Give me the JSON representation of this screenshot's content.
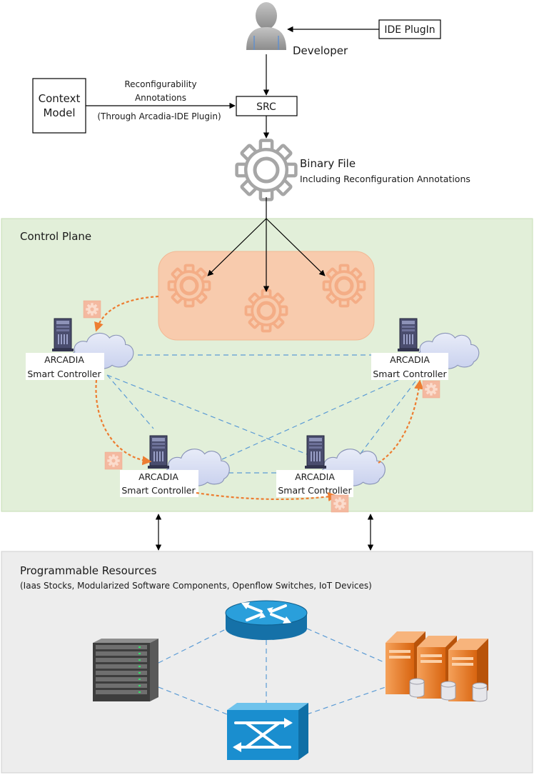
{
  "top": {
    "ide_plugin": "IDE PlugIn",
    "developer": "Developer",
    "context_model_line1": "Context",
    "context_model_line2": "Model",
    "annotations_line1": "Reconfigurability",
    "annotations_line2": "Annotations",
    "annotations_line3": "(Through Arcadia-IDE Plugin)",
    "src": "SRC",
    "binary_title": "Binary File",
    "binary_subtitle": "Including Reconfiguration Annotations"
  },
  "control_plane": {
    "title": "Control Plane",
    "controllers": [
      {
        "line1": "ARCADIA",
        "line2": "Smart Controller"
      },
      {
        "line1": "ARCADIA",
        "line2": "Smart Controller"
      },
      {
        "line1": "ARCADIA",
        "line2": "Smart Controller"
      },
      {
        "line1": "ARCADIA",
        "line2": "Smart Controller"
      }
    ]
  },
  "resources": {
    "title": "Programmable Resources",
    "subtitle": "(Iaas Stocks, Modularized Software Components, Openflow Switches, IoT Devices)"
  },
  "colors": {
    "control_plane_fill": "#e2efd9",
    "control_plane_stroke": "#c5deb5",
    "resources_fill": "#ededed",
    "resources_stroke": "#d0d0d0",
    "pool_fill": "#f8cbad",
    "flow_arrow": "#ed7d31",
    "mesh_line": "#5b9bd5",
    "cisco_blue": "#1a8ecf",
    "server_orange": "#e8741e"
  },
  "icons": {
    "developer": "user-icon",
    "binary": "gear-icon",
    "router": "router-icon",
    "switch": "switch-icon",
    "rack": "server-rack-icon",
    "servers": "server-cluster-icon"
  }
}
